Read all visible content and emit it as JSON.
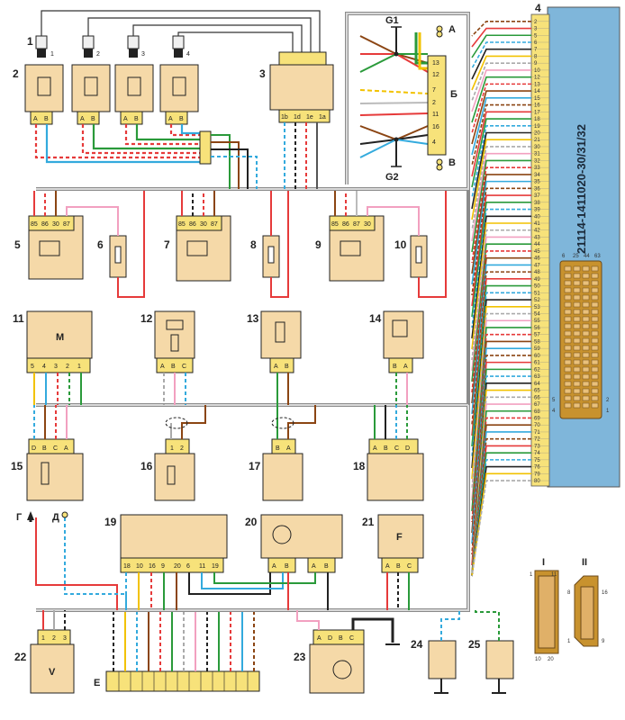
{
  "diagram": {
    "ecu_label": "21114-1411020-30/31/32",
    "ecu_ref": "4",
    "ecu_pins": [
      "2",
      "3",
      "5",
      "6",
      "7",
      "8",
      "9",
      "10",
      "12",
      "13",
      "14",
      "15",
      "16",
      "17",
      "18",
      "19",
      "20",
      "21",
      "30",
      "31",
      "32",
      "33",
      "34",
      "35",
      "36",
      "37",
      "38",
      "39",
      "40",
      "41",
      "42",
      "43",
      "44",
      "45",
      "46",
      "47",
      "48",
      "49",
      "50",
      "51",
      "52",
      "53",
      "54",
      "55",
      "56",
      "57",
      "58",
      "59",
      "60",
      "61",
      "62",
      "63",
      "64",
      "65",
      "66",
      "67",
      "68",
      "69",
      "70",
      "71",
      "72",
      "73",
      "74",
      "75",
      "76",
      "79",
      "80"
    ],
    "connector_pins_top": [
      "6",
      "25",
      "44",
      "63"
    ],
    "connector_side_labels": [
      "5",
      "4",
      "2",
      "1"
    ],
    "components": [
      {
        "id": "1",
        "label": "1"
      },
      {
        "id": "2",
        "label": "2"
      },
      {
        "id": "3",
        "label": "3"
      },
      {
        "id": "5",
        "label": "5"
      },
      {
        "id": "6",
        "label": "6"
      },
      {
        "id": "7",
        "label": "7"
      },
      {
        "id": "8",
        "label": "8"
      },
      {
        "id": "9",
        "label": "9"
      },
      {
        "id": "10",
        "label": "10"
      },
      {
        "id": "11",
        "label": "11"
      },
      {
        "id": "12",
        "label": "12"
      },
      {
        "id": "13",
        "label": "13"
      },
      {
        "id": "14",
        "label": "14"
      },
      {
        "id": "15",
        "label": "15"
      },
      {
        "id": "16",
        "label": "16"
      },
      {
        "id": "17",
        "label": "17"
      },
      {
        "id": "18",
        "label": "18"
      },
      {
        "id": "19",
        "label": "19"
      },
      {
        "id": "20",
        "label": "20"
      },
      {
        "id": "21",
        "label": "21"
      },
      {
        "id": "22",
        "label": "22"
      },
      {
        "id": "23",
        "label": "23"
      },
      {
        "id": "24",
        "label": "24"
      },
      {
        "id": "25",
        "label": "25"
      }
    ],
    "plug_numbers": [
      "1",
      "2",
      "3",
      "4"
    ],
    "coil_pins": [
      "1b",
      "1d",
      "1e",
      "1a"
    ],
    "relay_pins": [
      "85",
      "86",
      "30",
      "87"
    ],
    "points": {
      "g1": "G1",
      "g2": "G2",
      "a": "A",
      "b": "Б",
      "v": "В",
      "g": "Г",
      "d": "Д",
      "e": "E"
    },
    "block_pins": [
      "13",
      "12",
      "7",
      "2",
      "11",
      "16",
      "4"
    ],
    "labels": {
      "m": "M",
      "v": "V",
      "f": "F",
      "i": "I",
      "ii": "II"
    },
    "ab_pins": [
      "A",
      "B"
    ],
    "abc_pins": [
      "A",
      "B",
      "C"
    ],
    "abcd_pins": [
      "A",
      "B",
      "C",
      "D"
    ],
    "dbca_pins": [
      "D",
      "B",
      "C",
      "A"
    ],
    "ba_pins": [
      "B",
      "A"
    ],
    "m_pins": [
      "5",
      "4",
      "3",
      "2",
      "1"
    ],
    "p19_pins": [
      "18",
      "10",
      "16",
      "9",
      "20",
      "6",
      "11",
      "19"
    ],
    "p22_pins": [
      "1",
      "2",
      "3"
    ],
    "p23_pins": [
      "A",
      "D",
      "B",
      "C"
    ],
    "i_pins": [
      "1",
      "11",
      "10",
      "20"
    ],
    "ii_pins": [
      "8",
      "16",
      "1",
      "9"
    ],
    "plug1_label": "1",
    "pin12": "1",
    "pin16": [
      "1",
      "2"
    ]
  }
}
